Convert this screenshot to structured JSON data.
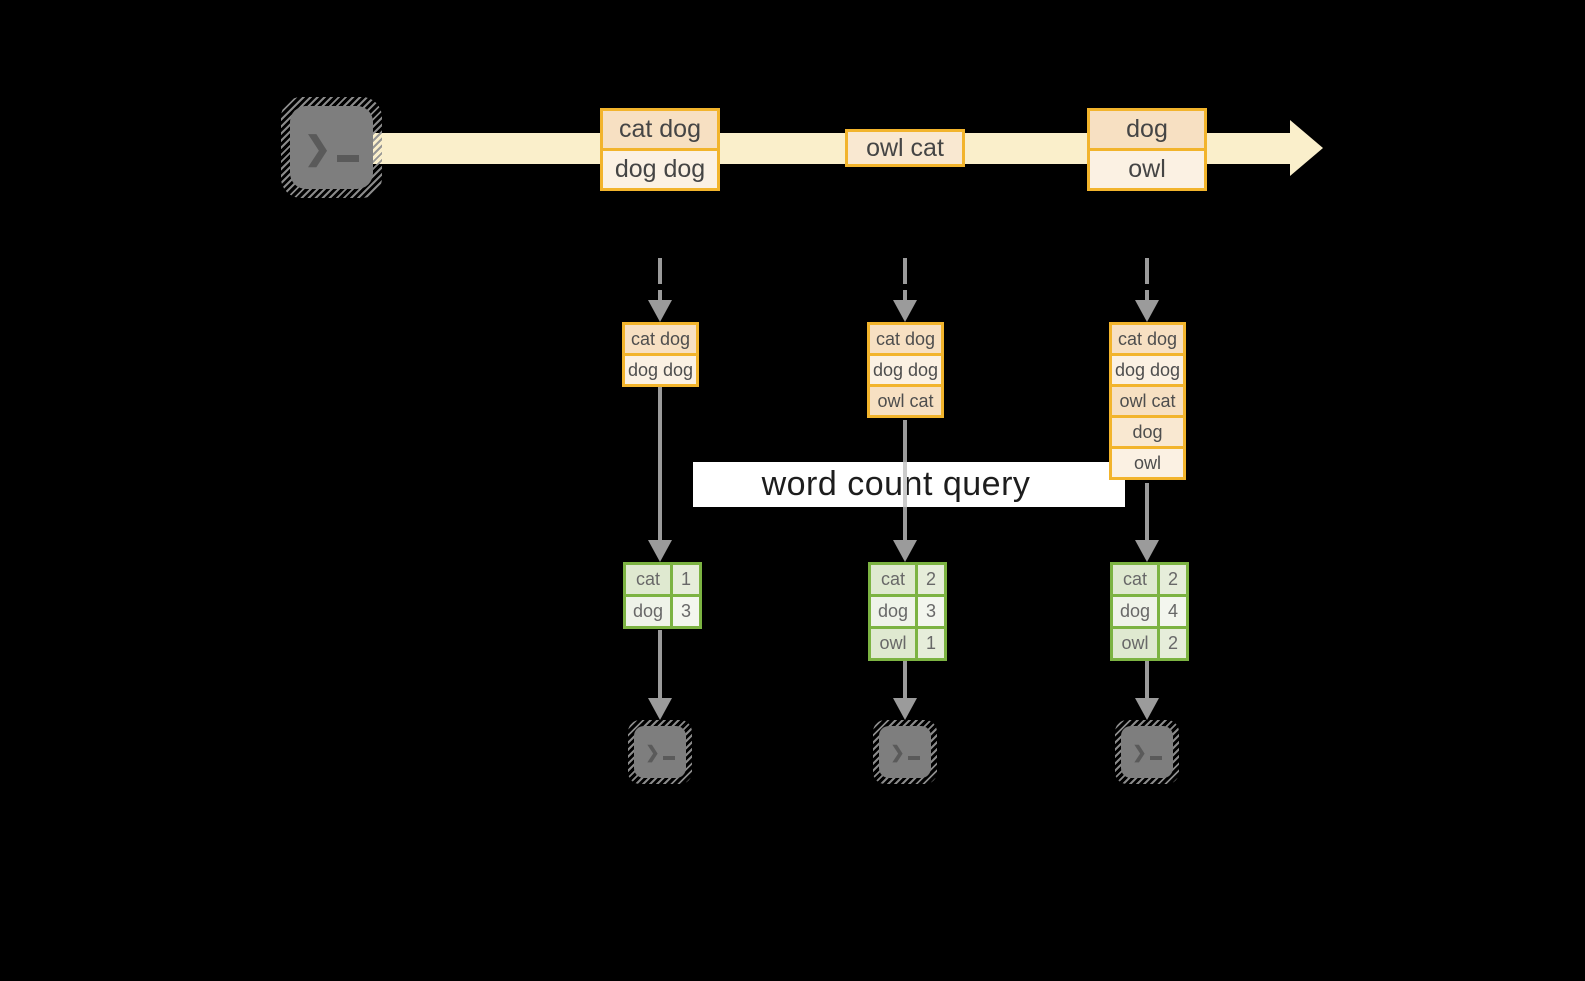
{
  "banner": {
    "label": "word count query"
  },
  "stream": {
    "events": [
      {
        "lines": [
          "cat dog",
          "dog dog"
        ]
      },
      {
        "lines": [
          "owl cat"
        ]
      },
      {
        "lines": [
          "dog",
          "owl"
        ]
      }
    ]
  },
  "columns": [
    {
      "buffer": [
        "cat dog",
        "dog dog"
      ],
      "counts": [
        {
          "word": "cat",
          "count": "1"
        },
        {
          "word": "dog",
          "count": "3"
        }
      ]
    },
    {
      "buffer": [
        "cat dog",
        "dog dog",
        "owl cat"
      ],
      "counts": [
        {
          "word": "cat",
          "count": "2"
        },
        {
          "word": "dog",
          "count": "3"
        },
        {
          "word": "owl",
          "count": "1"
        }
      ]
    },
    {
      "buffer": [
        "cat dog",
        "dog dog",
        "owl cat",
        "dog",
        "owl"
      ],
      "counts": [
        {
          "word": "cat",
          "count": "2"
        },
        {
          "word": "dog",
          "count": "4"
        },
        {
          "word": "owl",
          "count": "2"
        }
      ]
    }
  ],
  "icons": {
    "source_terminal": "terminal prompt",
    "output_terminal": "terminal prompt",
    "prompt_glyph": "❯"
  },
  "colors": {
    "background": "#000000",
    "stream_band": "#FAEFCB",
    "gold_border": "#F2B42C",
    "green_border": "#7CB342",
    "arrow_gray": "#9B9B9B",
    "banner_background": "#FFFFFF"
  }
}
